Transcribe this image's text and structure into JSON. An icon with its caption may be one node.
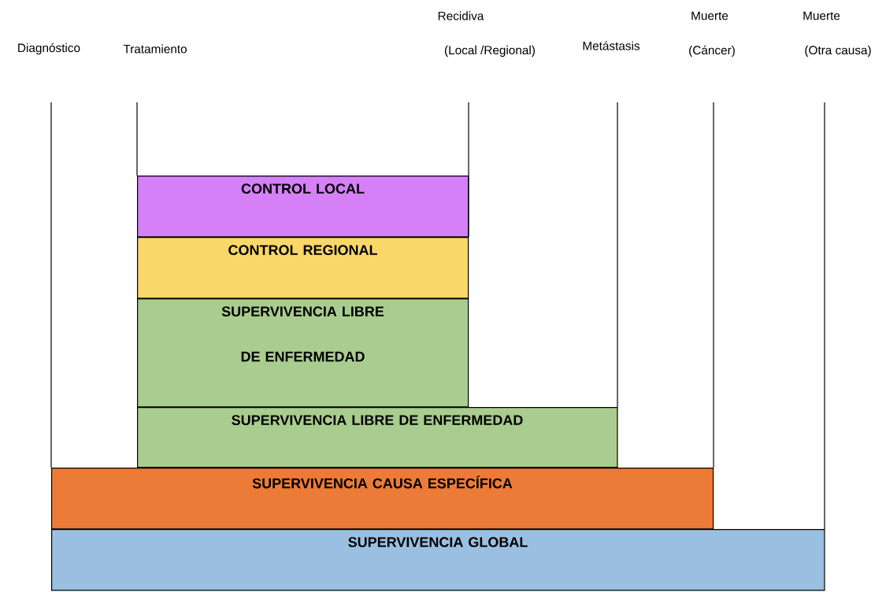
{
  "diagram": {
    "nodes": [
      {
        "text": [
          "CONTROL LOCAL"
        ]
      },
      {
        "text": [
          "CONTROL REGIONAL"
        ]
      },
      {
        "text": [
          "SUPERVIVENCIA LIBRE DE ENFERMEDAD"
        ]
      },
      {
        "text": [
          "SUPERVIVENCIA LIBRE DE ENFERMEDAD"
        ]
      },
      {
        "text": [
          "SUPERVIVENCIA CAUSA ESPECÍFICA"
        ]
      },
      {
        "text": [
          "SUPERVIVENCIA GLOBAL"
        ]
      }
    ],
    "labels": [
      "Recidiva",
      "Muerte",
      "Muerte",
      "Diagnóstico",
      "Tratamiento",
      "(Local /Regional)",
      "Metástasis",
      "(Cáncer)",
      "(Otra causa)"
    ]
  }
}
